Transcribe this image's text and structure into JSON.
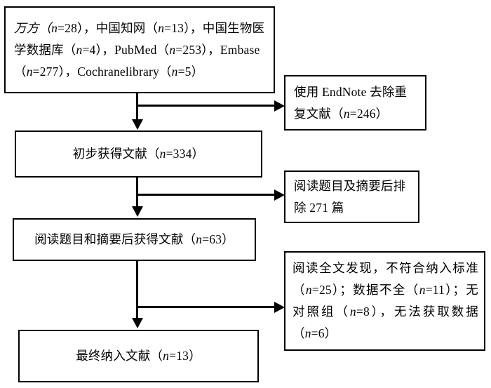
{
  "diagram": {
    "type": "prisma-literature-screening-flowchart",
    "language": "zh-CN",
    "line_color": "#000000",
    "background_color": "#ffffff",
    "boxes": {
      "sources": {
        "label": "databases-searched-box",
        "text": "万方（n=28），中国知网（n=13），中国生物医学数据库（n=4），PubMed（n=253），Embase（n=277），Cochranelibrary（n=5）",
        "counts": {
          "万方": 28,
          "中国知网": 13,
          "中国生物医学数据库": 4,
          "PubMed": 253,
          "Embase": 277,
          "Cochranelibrary": 5
        }
      },
      "deduplicate": {
        "label": "endnote-duplicates-removed-box",
        "text": "使用 EndNote 去除重复文献（n=246）",
        "count": 246
      },
      "initial": {
        "label": "initial-records-box",
        "text": "初步获得文献（n=334）",
        "count": 334
      },
      "title_abstract_excluded": {
        "label": "title-abstract-excluded-box",
        "text": "阅读题目及摘要后排除 271 篇",
        "count": 271
      },
      "after_title_abstract": {
        "label": "records-after-title-abstract-box",
        "text": "阅读题目和摘要后获得文献（n=63）",
        "count": 63
      },
      "fulltext_excluded": {
        "label": "fulltext-excluded-box",
        "text": "阅读全文发现，不符合纳入标准（n=25）；数据不全（n=11）；无对照组（n=8），无法获取数据（n=6）",
        "reasons": [
          {
            "reason": "不符合纳入标准",
            "count": 25
          },
          {
            "reason": "数据不全",
            "count": 11
          },
          {
            "reason": "无对照组",
            "count": 8
          },
          {
            "reason": "无法获取数据",
            "count": 6
          }
        ]
      },
      "included": {
        "label": "final-included-studies-box",
        "text": "最终纳入文献（n=13）",
        "count": 13
      }
    },
    "connectors": [
      {
        "name": "sources-to-initial",
        "direction": "down"
      },
      {
        "name": "sources-to-deduplicate",
        "direction": "right"
      },
      {
        "name": "initial-to-after-title-abstract",
        "direction": "down"
      },
      {
        "name": "initial-to-title-abstract-excluded",
        "direction": "right"
      },
      {
        "name": "after-title-abstract-to-included",
        "direction": "down"
      },
      {
        "name": "after-title-abstract-to-fulltext-excluded",
        "direction": "right"
      }
    ]
  }
}
